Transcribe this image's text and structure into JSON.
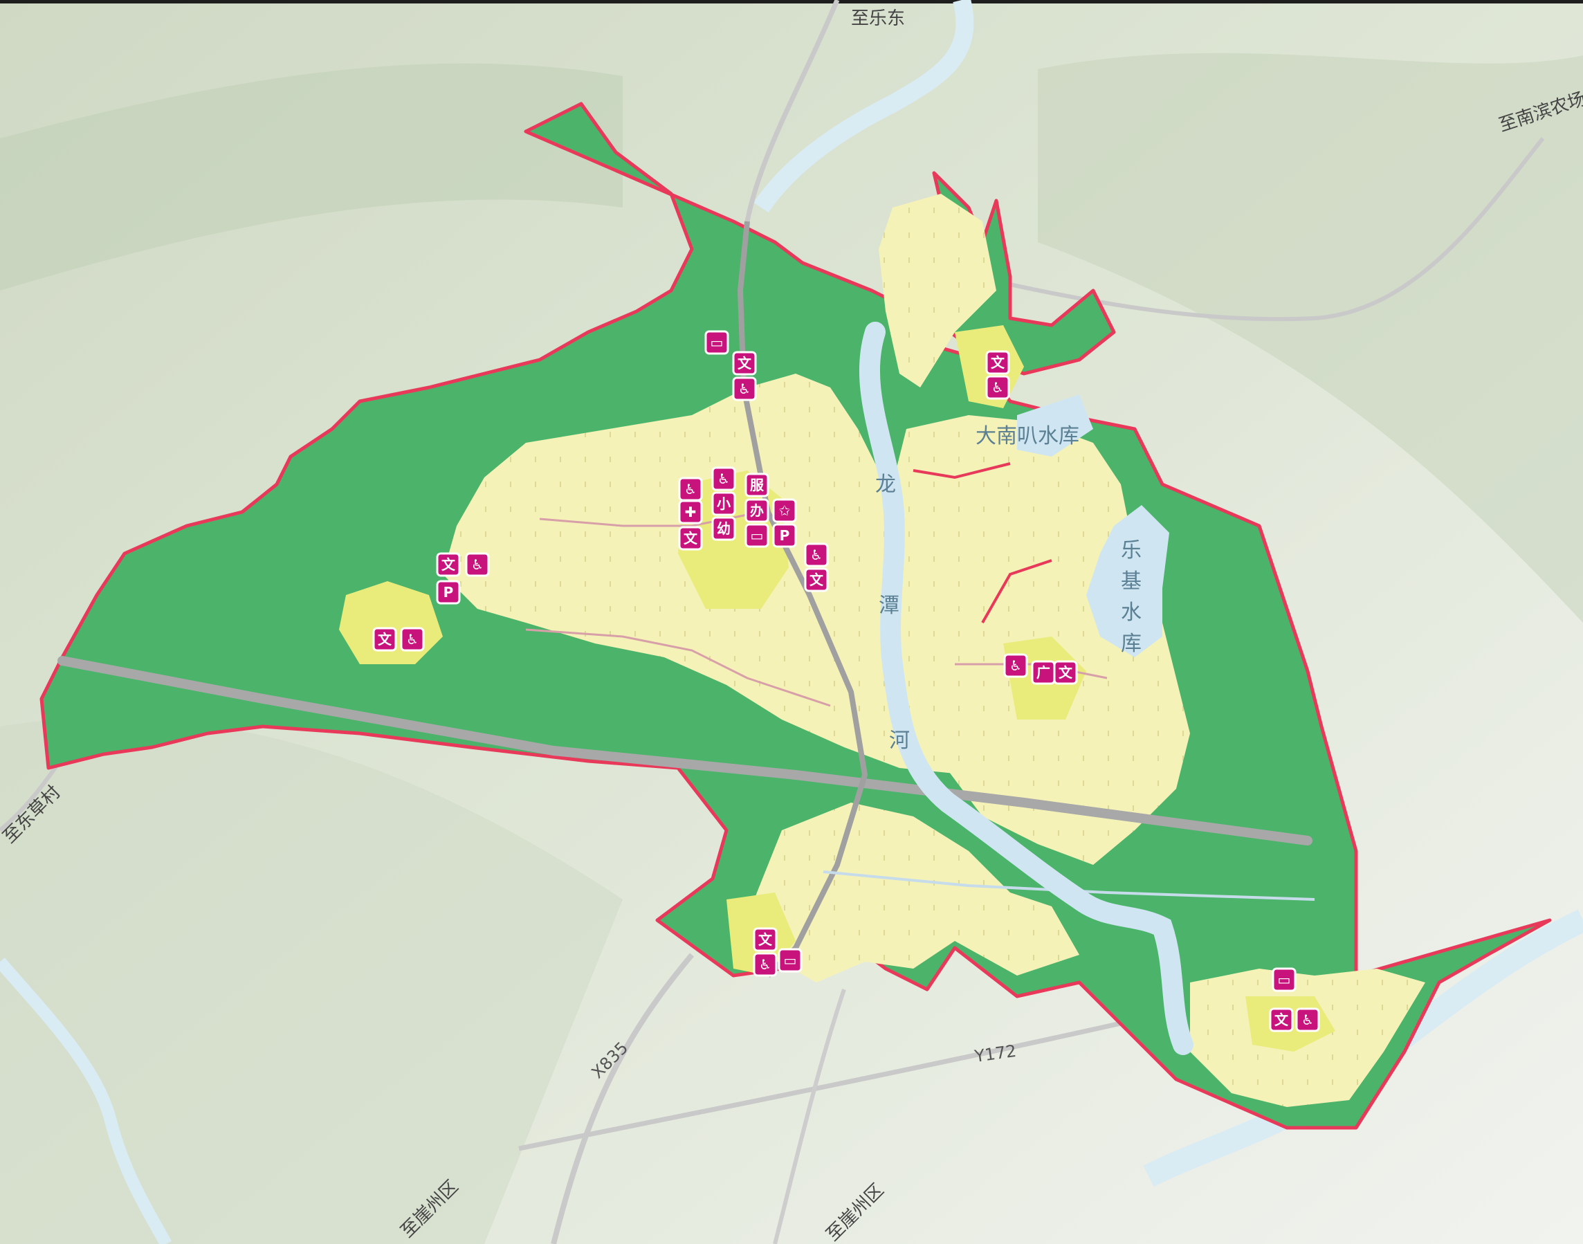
{
  "place_labels": {
    "north": "至乐东",
    "northeast": "至南滨农场",
    "west": "至东草村",
    "south_left": "至崖州区",
    "south_right": "至崖州区"
  },
  "road_labels": {
    "x835": "X835",
    "y172": "Y172"
  },
  "water_labels": {
    "reservoir_north": "大南叭水库",
    "river_chars": [
      "龙",
      "潭",
      "河"
    ],
    "reservoir_east_chars": [
      "乐",
      "基",
      "水",
      "库"
    ]
  },
  "poi_glyphs": {
    "culture": "文",
    "park": "P",
    "primary": "小",
    "kinder": "幼",
    "office": "办",
    "service": "服",
    "square": "广",
    "star": "✩",
    "bus": "▭",
    "elder": "♿",
    "medical": "✚"
  },
  "colors": {
    "zone_boundary": "#e8395a",
    "forest": "#4bb46a",
    "settlement": "#f5f2b8",
    "village_core": "#e9ec7a",
    "water": "#cfe6f2",
    "poi": "#c8137c",
    "rail": "#a8a8a8"
  }
}
